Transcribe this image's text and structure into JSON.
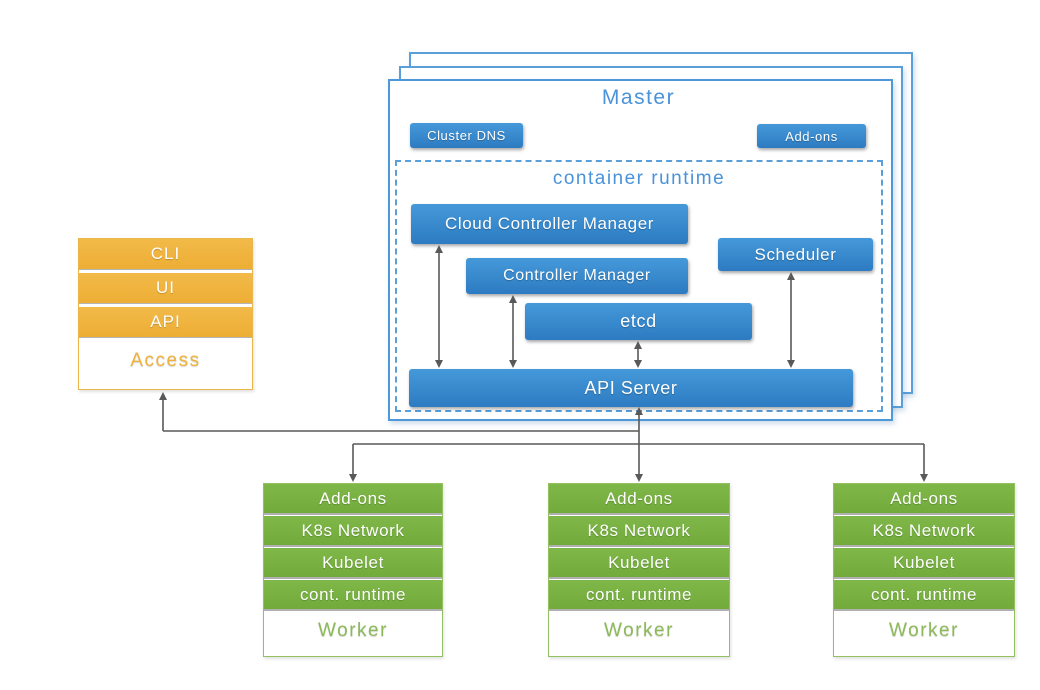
{
  "diagram": {
    "master": {
      "title": "Master",
      "cluster_dns": "Cluster DNS",
      "addons": "Add-ons",
      "container_runtime": {
        "title": "container runtime",
        "cloud_controller_manager": "Cloud Controller Manager",
        "controller_manager": "Controller Manager",
        "etcd": "etcd",
        "scheduler": "Scheduler",
        "api_server": "API Server"
      }
    },
    "access": {
      "items": [
        "CLI",
        "UI",
        "API"
      ],
      "label": "Access"
    },
    "workers": [
      {
        "items": [
          "Add-ons",
          "K8s Network",
          "Kubelet",
          "cont. runtime"
        ],
        "label": "Worker"
      },
      {
        "items": [
          "Add-ons",
          "K8s Network",
          "Kubelet",
          "cont. runtime"
        ],
        "label": "Worker"
      },
      {
        "items": [
          "Add-ons",
          "K8s Network",
          "Kubelet",
          "cont. runtime"
        ],
        "label": "Worker"
      }
    ],
    "colors": {
      "component_blue": "#3282c8",
      "outline_blue": "#4e97d8",
      "access_orange": "#f0b440",
      "worker_green": "#79b342",
      "arrow_gray": "#595959"
    }
  }
}
